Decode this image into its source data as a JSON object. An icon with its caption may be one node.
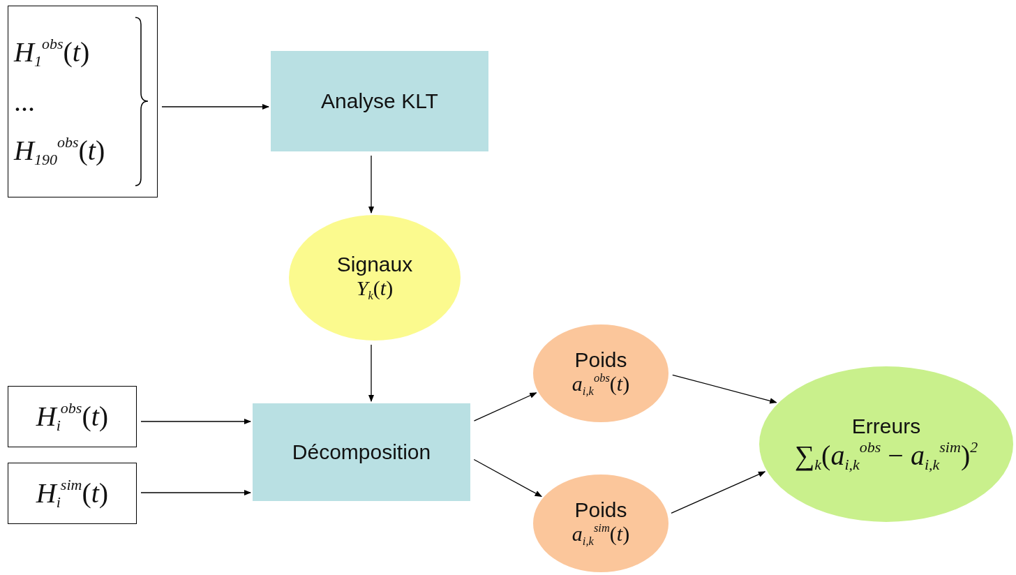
{
  "diagram": {
    "nodes": [
      {
        "text": [
          "*H*$_{1}$$^{obs}$(*t*)",
          "...",
          "*H*$_{190}$$^{obs}$(*t*)"
        ]
      },
      {
        "text": [
          "Analyse KLT"
        ]
      },
      {
        "text": [
          "Signaux",
          "*Y*$_{k}$(*t*)"
        ]
      },
      {
        "text": [
          "*H*$_{i}$$^{obs}$(*t*)"
        ]
      },
      {
        "text": [
          "*H*$_{i}$$^{sim}$(*t*)"
        ]
      },
      {
        "text": [
          "Décomposition"
        ]
      },
      {
        "text": [
          "Poids",
          "*a*$_{i,k}$$^{obs}$(*t*)"
        ]
      },
      {
        "text": [
          "Poids",
          "*a*$_{i,k}$$^{sim}$(*t*)"
        ]
      },
      {
        "text": [
          "Erreurs",
          "∑$_{k}$(*a*$_{i,k}$$^{obs}$ − *a*$_{i,k}$$^{sim}$)$^{2}$"
        ]
      }
    ],
    "edges": [
      {
        "from": 0,
        "to": 1,
        "arrow": "to"
      },
      {
        "from": 1,
        "to": 2,
        "arrow": "to"
      },
      {
        "from": 2,
        "to": 5,
        "arrow": "to"
      },
      {
        "from": 3,
        "to": 5,
        "arrow": "to"
      },
      {
        "from": 4,
        "to": 5,
        "arrow": "to"
      },
      {
        "from": 5,
        "to": 6,
        "arrow": "to"
      },
      {
        "from": 5,
        "to": 7,
        "arrow": "to"
      },
      {
        "from": 6,
        "to": 8,
        "arrow": "to"
      },
      {
        "from": 7,
        "to": 8,
        "arrow": "to"
      }
    ]
  }
}
